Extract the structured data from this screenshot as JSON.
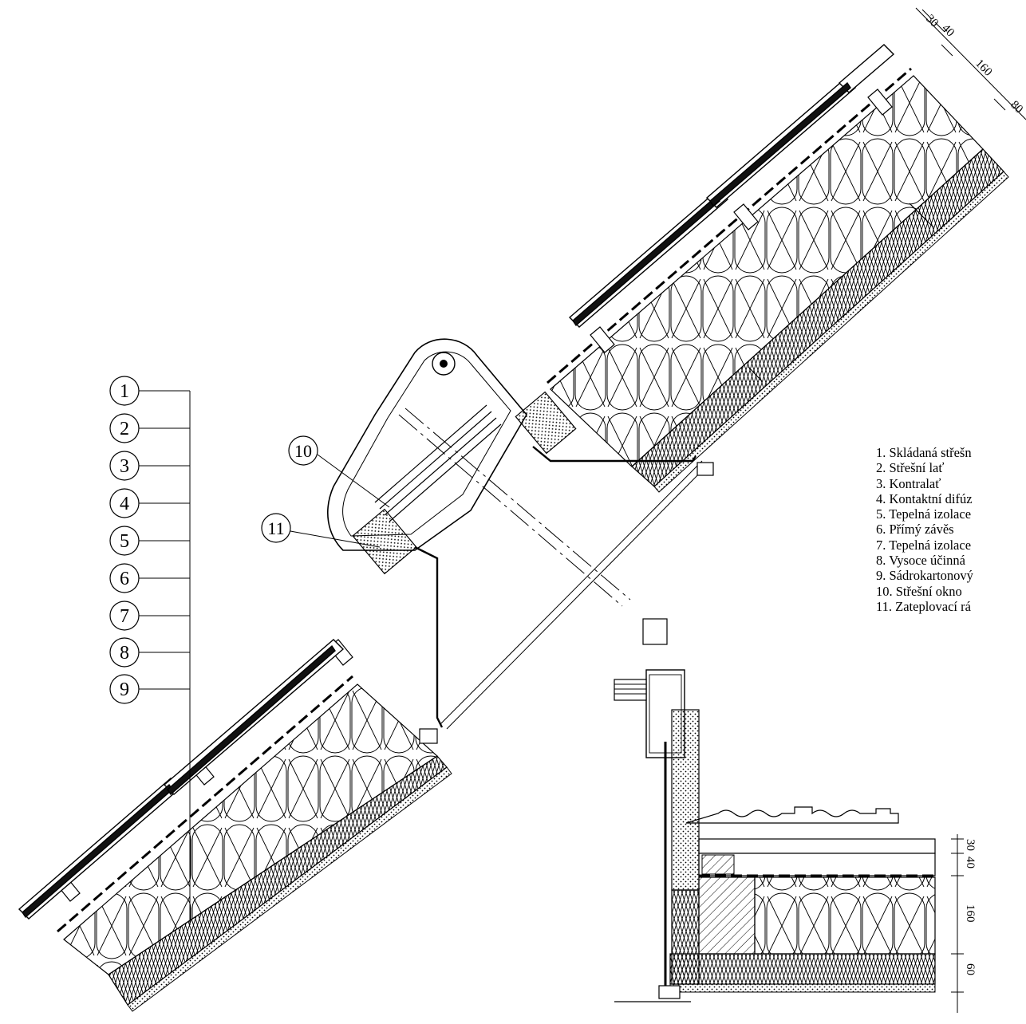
{
  "callouts": {
    "left_stack": [
      "1",
      "2",
      "3",
      "4",
      "5",
      "6",
      "7",
      "8",
      "9"
    ],
    "window": "10",
    "insulation_frame": "11"
  },
  "legend": [
    "1. Skládaná střešn",
    "2. Střešní lať",
    "3. Kontralať",
    "4. Kontaktní difúz",
    "5. Tepelná izolace",
    "6. Přímý závěs",
    "7. Tepelná izolace",
    "8. Vysoce účinná",
    "9. Sádrokartonový",
    "10. Střešní okno",
    "11. Zateplovací rá"
  ],
  "dimensions_main": [
    "30",
    "40",
    "160",
    "80"
  ],
  "dimensions_detail": [
    "30",
    "40",
    "160",
    "60"
  ]
}
